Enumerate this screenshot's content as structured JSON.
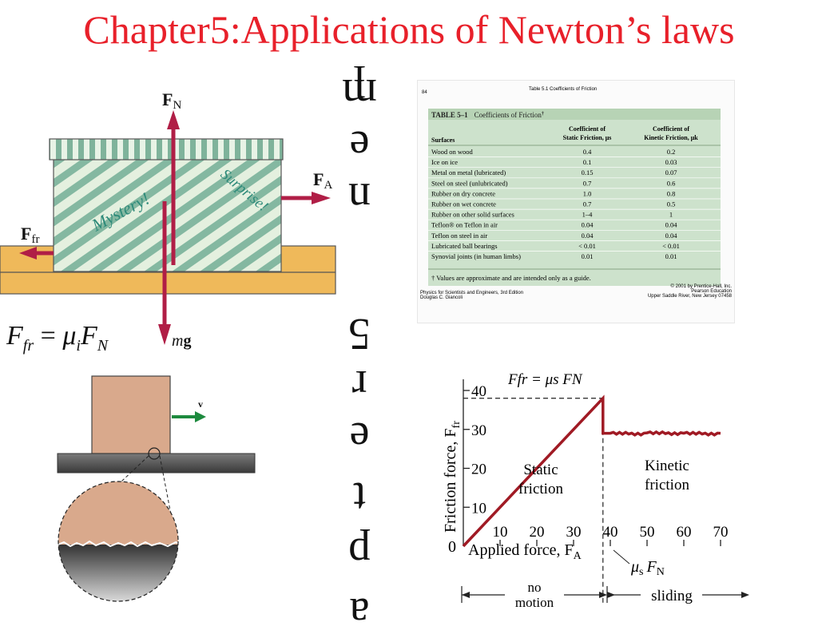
{
  "title": "Chapter5:Applications of Newton’s laws",
  "vertical_letters": [
    "l",
    "m",
    "e",
    "n",
    "5",
    "r",
    "e",
    "t",
    "p",
    "a"
  ],
  "box_diagram": {
    "label_fn_main": "F",
    "label_fn_sub": "N",
    "label_fa_main": "F",
    "label_fa_sub": "A",
    "label_ffr_main": "F",
    "label_ffr_sub": "fr",
    "label_mg_main": "m",
    "label_mg_bold": "g",
    "box_word_left": "Mystery!",
    "box_word_right": "Surprise!"
  },
  "formula": {
    "lhs_main": "F",
    "lhs_sub": "fr",
    "eq": " = ",
    "mu": "μ",
    "mu_sub": "i",
    "rhs_main": "F",
    "rhs_sub": "N"
  },
  "block_diagram": {
    "velocity_label": "v"
  },
  "friction_table": {
    "page_number": "84",
    "page_header": "Table 5.1  Coefficients of Friction",
    "caption_bold": "TABLE 5–1",
    "caption_text": "Coefficients of Friction",
    "caption_mark": "†",
    "col_surfaces": "Surfaces",
    "col_static_1": "Coefficient of",
    "col_static_2": "Static Friction, μs",
    "col_kinetic_1": "Coefficient of",
    "col_kinetic_2": "Kinetic Friction, μk",
    "rows": [
      {
        "surface": "Wood on wood",
        "static": "0.4",
        "kinetic": "0.2"
      },
      {
        "surface": "Ice on ice",
        "static": "0.1",
        "kinetic": "0.03"
      },
      {
        "surface": "Metal on metal (lubricated)",
        "static": "0.15",
        "kinetic": "0.07"
      },
      {
        "surface": "Steel on steel (unlubricated)",
        "static": "0.7",
        "kinetic": "0.6"
      },
      {
        "surface": "Rubber on dry concrete",
        "static": "1.0",
        "kinetic": "0.8"
      },
      {
        "surface": "Rubber on wet concrete",
        "static": "0.7",
        "kinetic": "0.5"
      },
      {
        "surface": "Rubber on other solid surfaces",
        "static": "1–4",
        "kinetic": "1"
      },
      {
        "surface": "Teflon® on Teflon in air",
        "static": "0.04",
        "kinetic": "0.04"
      },
      {
        "surface": "Teflon on steel in air",
        "static": "0.04",
        "kinetic": "0.04"
      },
      {
        "surface": "Lubricated ball bearings",
        "static": "< 0.01",
        "kinetic": "< 0.01"
      },
      {
        "surface": "Synovial joints (in human limbs)",
        "static": "0.01",
        "kinetic": "0.01"
      }
    ],
    "footnote": "† Values are approximate and are intended only as a guide.",
    "footer_left_1": "Physics for Scientists and Engineers, 3rd Edition",
    "footer_left_2": "Douglas C. Giancoli",
    "footer_right_1": "© 2001 by Prentice-Hall, Inc.",
    "footer_right_2": "Pearson Education",
    "footer_right_3": "Upper Saddle River, New Jersey 07458"
  },
  "chart_data": {
    "type": "line",
    "title": "",
    "xlabel": "Applied force, F_A",
    "ylabel": "Friction force, F_fr",
    "xlabel_main": "Applied force, F",
    "xlabel_sub": "A",
    "ylabel_main": "Friction force, F",
    "ylabel_sub": "fr",
    "origin_label": "0",
    "xlim": [
      0,
      70
    ],
    "ylim": [
      0,
      40
    ],
    "x_ticks": [
      "10",
      "20",
      "30",
      "40",
      "50",
      "60",
      "70"
    ],
    "y_ticks": [
      "10",
      "20",
      "30",
      "40"
    ],
    "peak_label": "Ffr = μs FN",
    "threshold_label_mu": "μ",
    "threshold_label_s": "s",
    "threshold_label_f": "F",
    "threshold_label_n": "N",
    "region_static_1": "Static",
    "region_static_2": "friction",
    "region_kinetic_1": "Kinetic",
    "region_kinetic_2": "friction",
    "range_no_motion_1": "no",
    "range_no_motion_2": "motion",
    "range_sliding": "sliding",
    "series": [
      {
        "x": [
          0,
          38,
          38,
          40,
          45,
          50,
          55,
          60,
          65,
          70
        ],
        "y": [
          0,
          38,
          29,
          29,
          28.8,
          29.1,
          28.9,
          29,
          28.8,
          29
        ]
      }
    ],
    "line_color": "#a01a24"
  }
}
